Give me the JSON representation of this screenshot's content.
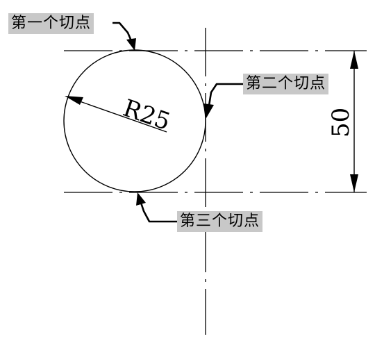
{
  "callouts": {
    "first": "第一个切点",
    "second": "第二个切点",
    "third": "第三个切点"
  },
  "dimensions": {
    "radius": "R25",
    "height": "50"
  },
  "colors": {
    "line": "#000000",
    "callout_bg": "#c8c8c8"
  }
}
